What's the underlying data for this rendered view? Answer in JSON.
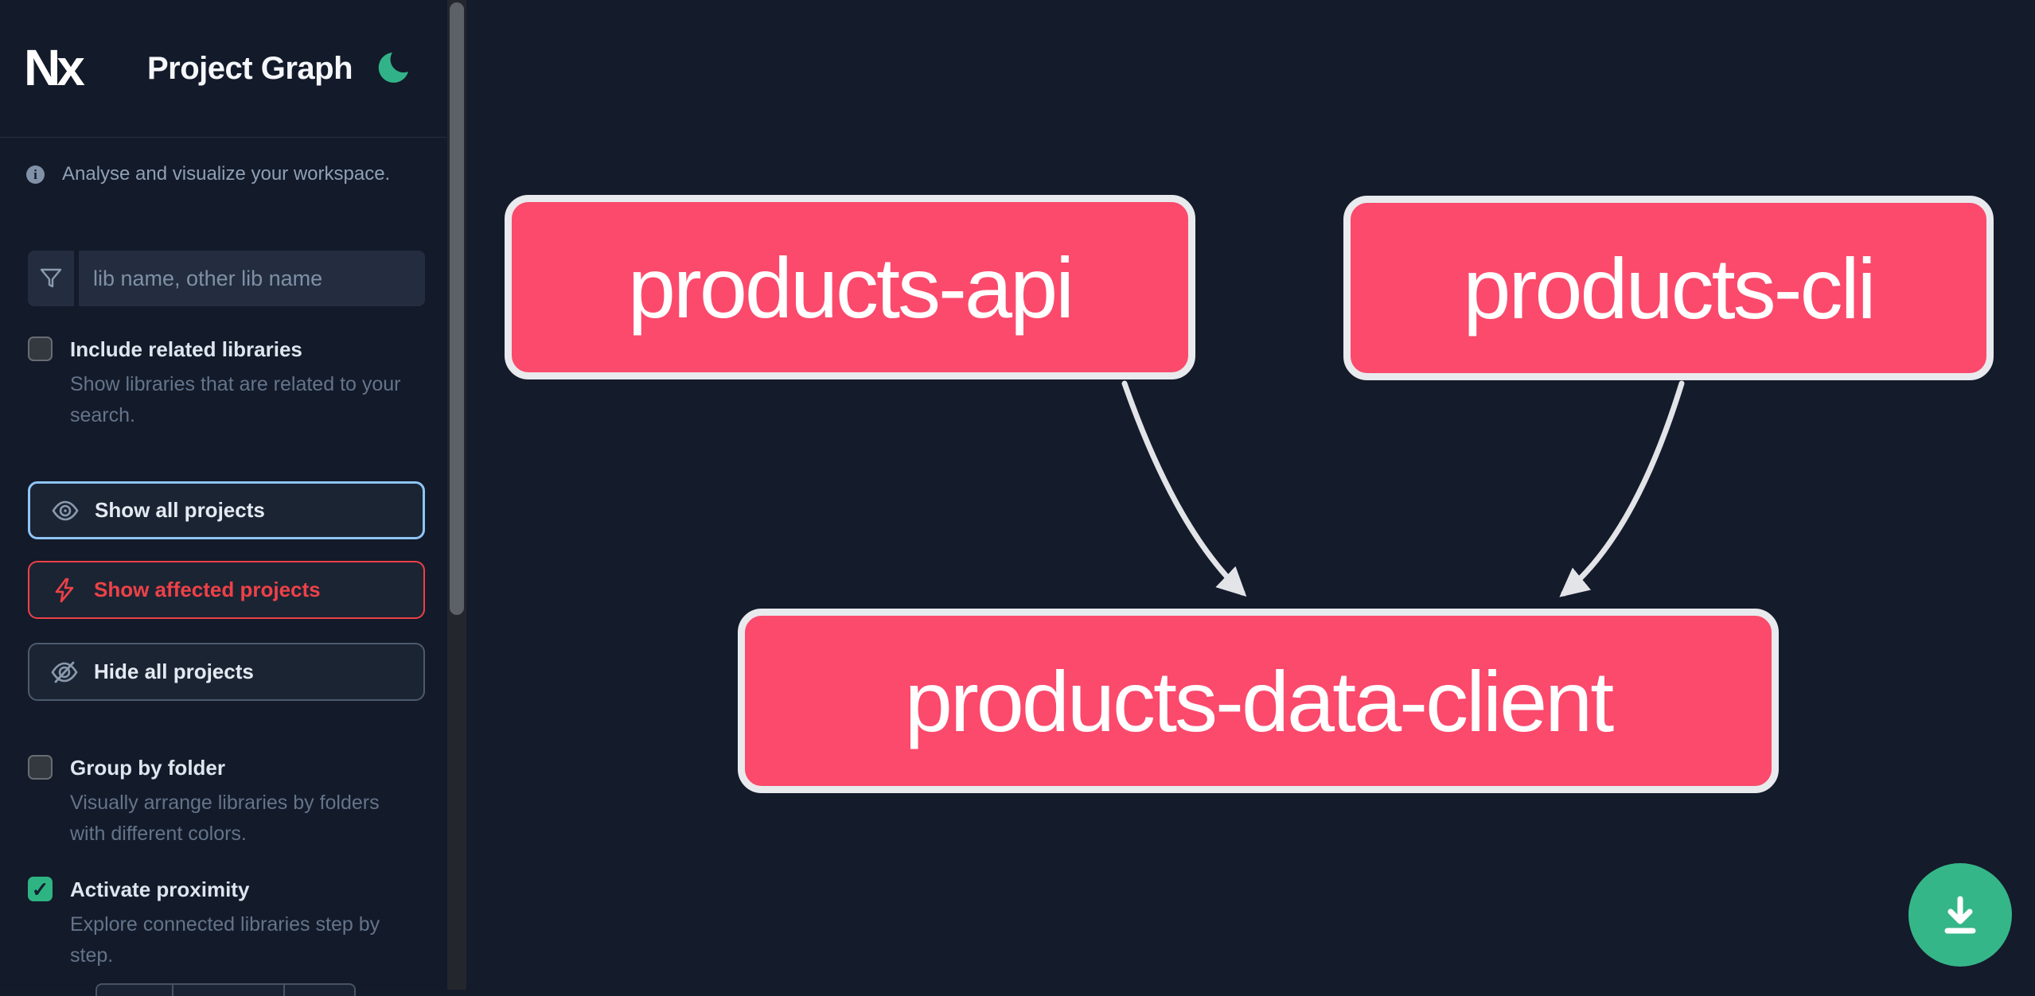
{
  "colors": {
    "node_pink": "#fb4a6c",
    "edge_gray": "#e2e4e8",
    "brand_green": "#35b689",
    "affected_red": "#ee4148",
    "focus_blue": "#8ec5f9"
  },
  "header": {
    "logo_text": "Nx",
    "title": "Project Graph",
    "theme_toggle_icon": "moon-icon"
  },
  "intro": {
    "icon": "info-icon",
    "info_glyph": "i",
    "text": "Analyse and visualize your workspace."
  },
  "search": {
    "icon": "filter-funnel-icon",
    "placeholder": "lib name, other lib name",
    "value": ""
  },
  "options": [
    {
      "label": "Include related libraries",
      "description": "Show libraries that are related to your search.",
      "checked": false,
      "check_glyph": ""
    },
    {
      "label": "Group by folder",
      "description": "Visually arrange libraries by folders with different colors.",
      "checked": false,
      "check_glyph": ""
    },
    {
      "label": "Activate proximity",
      "description": "Explore connected libraries step by step.",
      "checked": true,
      "check_glyph": "✓"
    }
  ],
  "actions": [
    {
      "label": "Show all projects",
      "icon": "eye-icon",
      "state": "focused"
    },
    {
      "label": "Show affected projects",
      "icon": "lightning-icon",
      "state": "affected"
    },
    {
      "label": "Hide all projects",
      "icon": "eye-off-icon",
      "state": "default"
    }
  ],
  "graph": {
    "nodes": [
      {
        "id": "products-api",
        "label": "products-api"
      },
      {
        "id": "products-cli",
        "label": "products-cli"
      },
      {
        "id": "products-data-client",
        "label": "products-data-client"
      }
    ],
    "edges": [
      {
        "from": "products-api",
        "to": "products-data-client"
      },
      {
        "from": "products-cli",
        "to": "products-data-client"
      }
    ]
  },
  "fab": {
    "icon": "download-icon"
  }
}
